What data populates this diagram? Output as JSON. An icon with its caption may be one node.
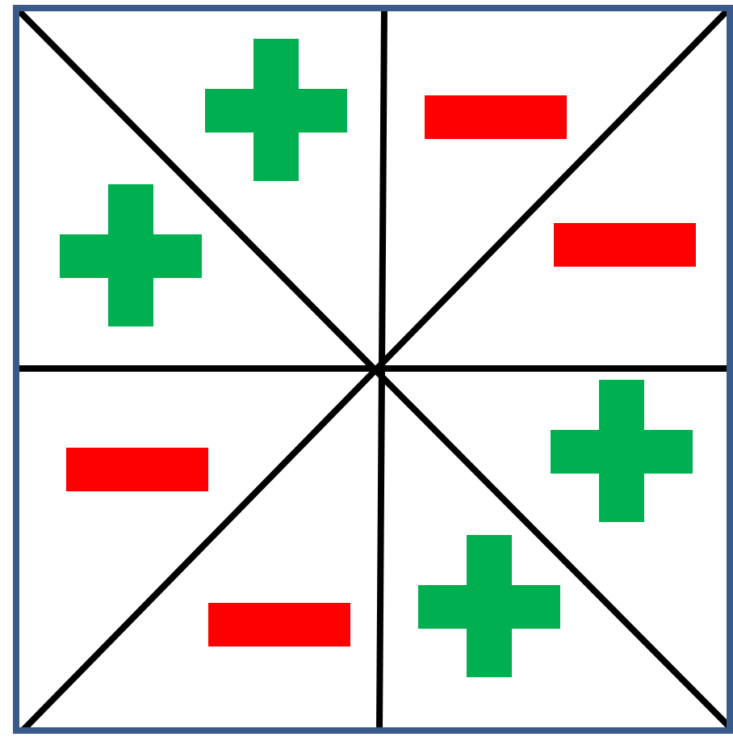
{
  "diagram": {
    "nodes": [
      {
        "text": [],
        "shape": "plus"
      },
      {
        "text": [],
        "shape": "minus"
      },
      {
        "text": [],
        "shape": "plus"
      },
      {
        "text": [],
        "shape": "minus"
      },
      {
        "text": [],
        "shape": "minus"
      },
      {
        "text": [],
        "shape": "plus"
      },
      {
        "text": [],
        "shape": "minus"
      },
      {
        "text": [],
        "shape": "plus"
      }
    ]
  }
}
